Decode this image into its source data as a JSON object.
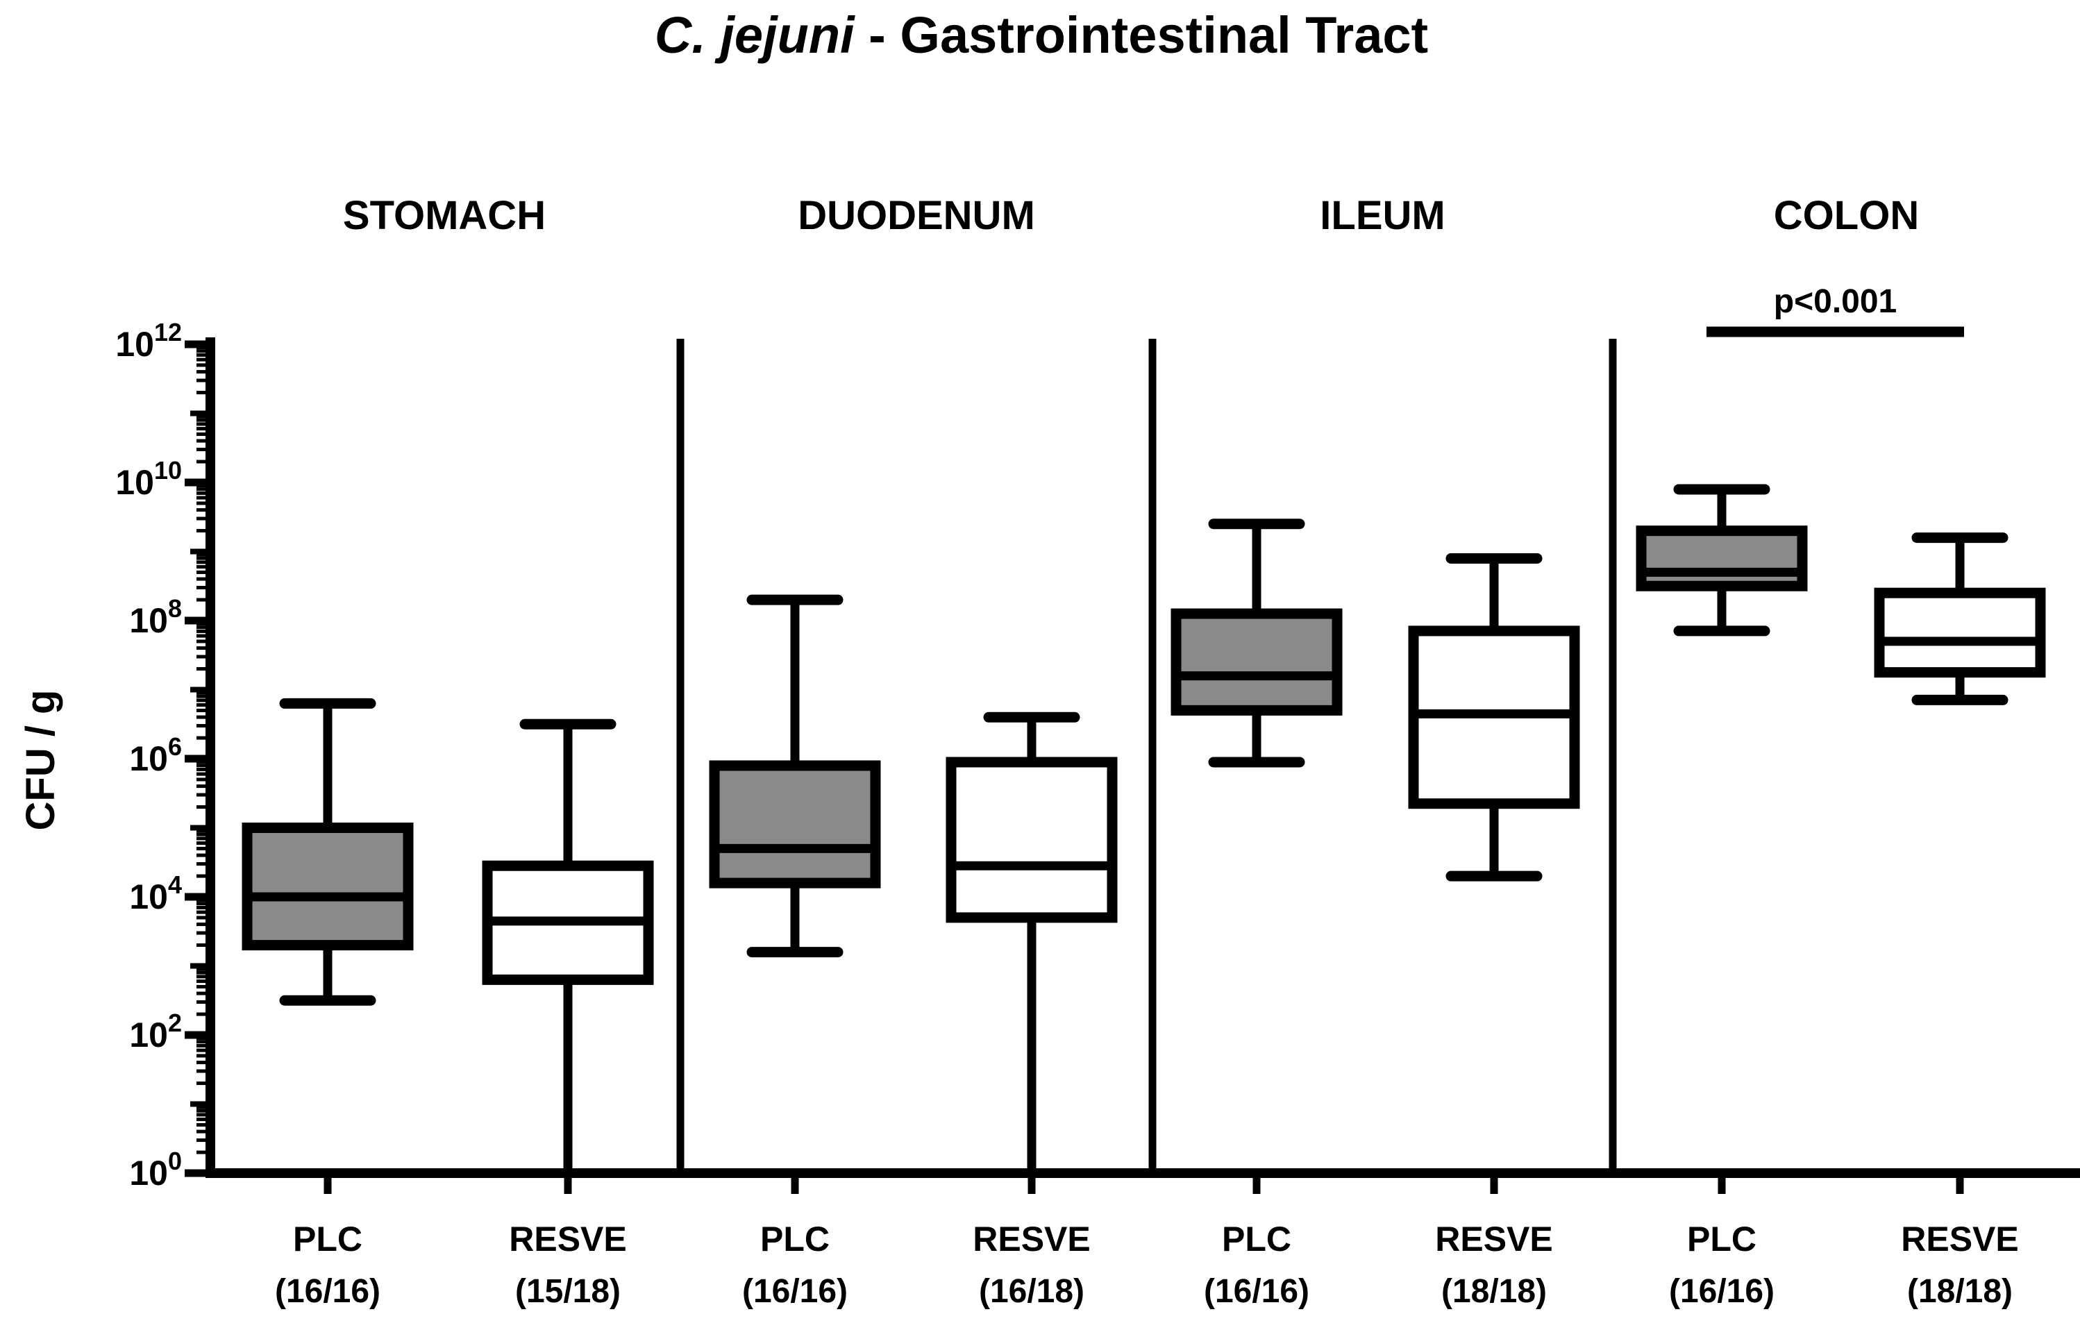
{
  "title": {
    "italic_part": "C. jejuni",
    "normal_part": " - Gastrointestinal Tract"
  },
  "y_axis": {
    "label": "CFU / g",
    "scale": "log10",
    "tick_exponents": [
      0,
      2,
      4,
      6,
      8,
      10,
      12
    ],
    "range_exponents": [
      0,
      12
    ]
  },
  "significance": {
    "text": "p<0.001",
    "applies_to": "COLON PLC vs RESVE"
  },
  "colors": {
    "plc_fill": "#8a8a8a",
    "resve_fill": "#ffffff",
    "line": "#000000",
    "background": "#ffffff"
  },
  "chart_data": {
    "type": "boxplot",
    "title": "C. jejuni - Gastrointestinal Tract",
    "ylabel": "CFU / g",
    "y_scale": "log10",
    "ylim": [
      1,
      1000000000000
    ],
    "grid": false,
    "legend": "none",
    "sections": [
      {
        "name": "STOMACH",
        "groups": [
          {
            "label": "PLC",
            "n": "(16/16)",
            "fill": "#8a8a8a",
            "whisker_low_capped": true,
            "log10": {
              "min": 2.5,
              "q1": 3.3,
              "median": 4.0,
              "q3": 5.0,
              "max": 6.8
            },
            "cfu": {
              "min": 320,
              "q1": 2000,
              "median": 10000,
              "q3": 100000,
              "max": 6300000
            }
          },
          {
            "label": "RESVE",
            "n": "(15/18)",
            "fill": "#ffffff",
            "whisker_low_capped": false,
            "log10": {
              "min": 0,
              "q1": 2.8,
              "median": 3.65,
              "q3": 4.45,
              "max": 6.5
            },
            "cfu": {
              "min": 1,
              "q1": 630,
              "median": 4500,
              "q3": 28000,
              "max": 3200000
            }
          }
        ]
      },
      {
        "name": "DUODENUM",
        "groups": [
          {
            "label": "PLC",
            "n": "(16/16)",
            "fill": "#8a8a8a",
            "whisker_low_capped": true,
            "log10": {
              "min": 3.2,
              "q1": 4.2,
              "median": 4.7,
              "q3": 5.9,
              "max": 8.3
            },
            "cfu": {
              "min": 1600,
              "q1": 16000,
              "median": 50000,
              "q3": 790000,
              "max": 200000000
            }
          },
          {
            "label": "RESVE",
            "n": "(16/18)",
            "fill": "#ffffff",
            "whisker_low_capped": false,
            "log10": {
              "min": 0,
              "q1": 3.7,
              "median": 4.45,
              "q3": 5.95,
              "max": 6.6
            },
            "cfu": {
              "min": 1,
              "q1": 5000,
              "median": 28000,
              "q3": 890000,
              "max": 4000000
            }
          }
        ]
      },
      {
        "name": "ILEUM",
        "groups": [
          {
            "label": "PLC",
            "n": "(16/16)",
            "fill": "#8a8a8a",
            "whisker_low_capped": true,
            "log10": {
              "min": 5.95,
              "q1": 6.7,
              "median": 7.2,
              "q3": 8.1,
              "max": 9.4
            },
            "cfu": {
              "min": 890000,
              "q1": 5000000,
              "median": 16000000,
              "q3": 130000000,
              "max": 2500000000
            }
          },
          {
            "label": "RESVE",
            "n": "(18/18)",
            "fill": "#ffffff",
            "whisker_low_capped": true,
            "log10": {
              "min": 4.3,
              "q1": 5.35,
              "median": 6.65,
              "q3": 7.85,
              "max": 8.9
            },
            "cfu": {
              "min": 20000,
              "q1": 220000,
              "median": 4500000,
              "q3": 71000000,
              "max": 790000000
            }
          }
        ]
      },
      {
        "name": "COLON",
        "groups": [
          {
            "label": "PLC",
            "n": "(16/16)",
            "fill": "#8a8a8a",
            "whisker_low_capped": true,
            "log10": {
              "min": 7.85,
              "q1": 8.5,
              "median": 8.7,
              "q3": 9.3,
              "max": 9.9
            },
            "cfu": {
              "min": 71000000,
              "q1": 320000000,
              "median": 500000000,
              "q3": 2000000000,
              "max": 7900000000
            }
          },
          {
            "label": "RESVE",
            "n": "(18/18)",
            "fill": "#ffffff",
            "whisker_low_capped": true,
            "log10": {
              "min": 6.85,
              "q1": 7.25,
              "median": 7.7,
              "q3": 8.4,
              "max": 9.2
            },
            "cfu": {
              "min": 7100000,
              "q1": 18000000,
              "median": 50000000,
              "q3": 250000000,
              "max": 1600000000
            }
          }
        ]
      }
    ],
    "annotations": [
      {
        "text": "p<0.001",
        "section": "COLON",
        "type": "significance-bar"
      }
    ]
  }
}
